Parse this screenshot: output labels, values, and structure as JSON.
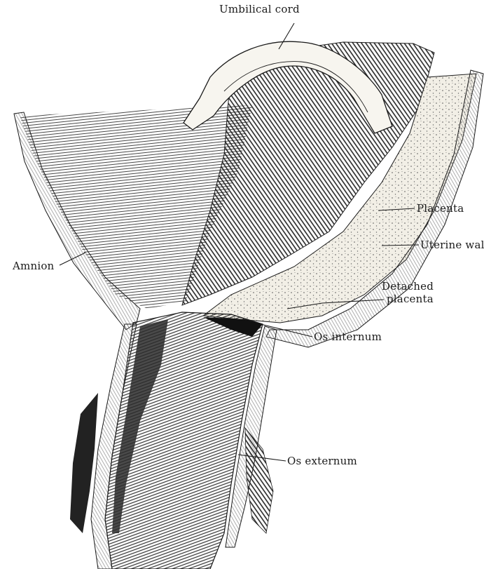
{
  "figure": {
    "labels": {
      "umbilical_cord": "Umbilical cord",
      "placenta": "Placenta",
      "uterine_wall": "Uterine wall",
      "amnion": "Amnion",
      "detached_placenta_line1": "Detached",
      "detached_placenta_line2": "placenta",
      "os_internum": "Os internum",
      "os_externum": "Os externum"
    },
    "colors": {
      "ink": "#1a1a1a",
      "paper": "#ffffff",
      "placenta_fill": "#f2efe6",
      "dark_shade": "#2a2a2a"
    }
  }
}
